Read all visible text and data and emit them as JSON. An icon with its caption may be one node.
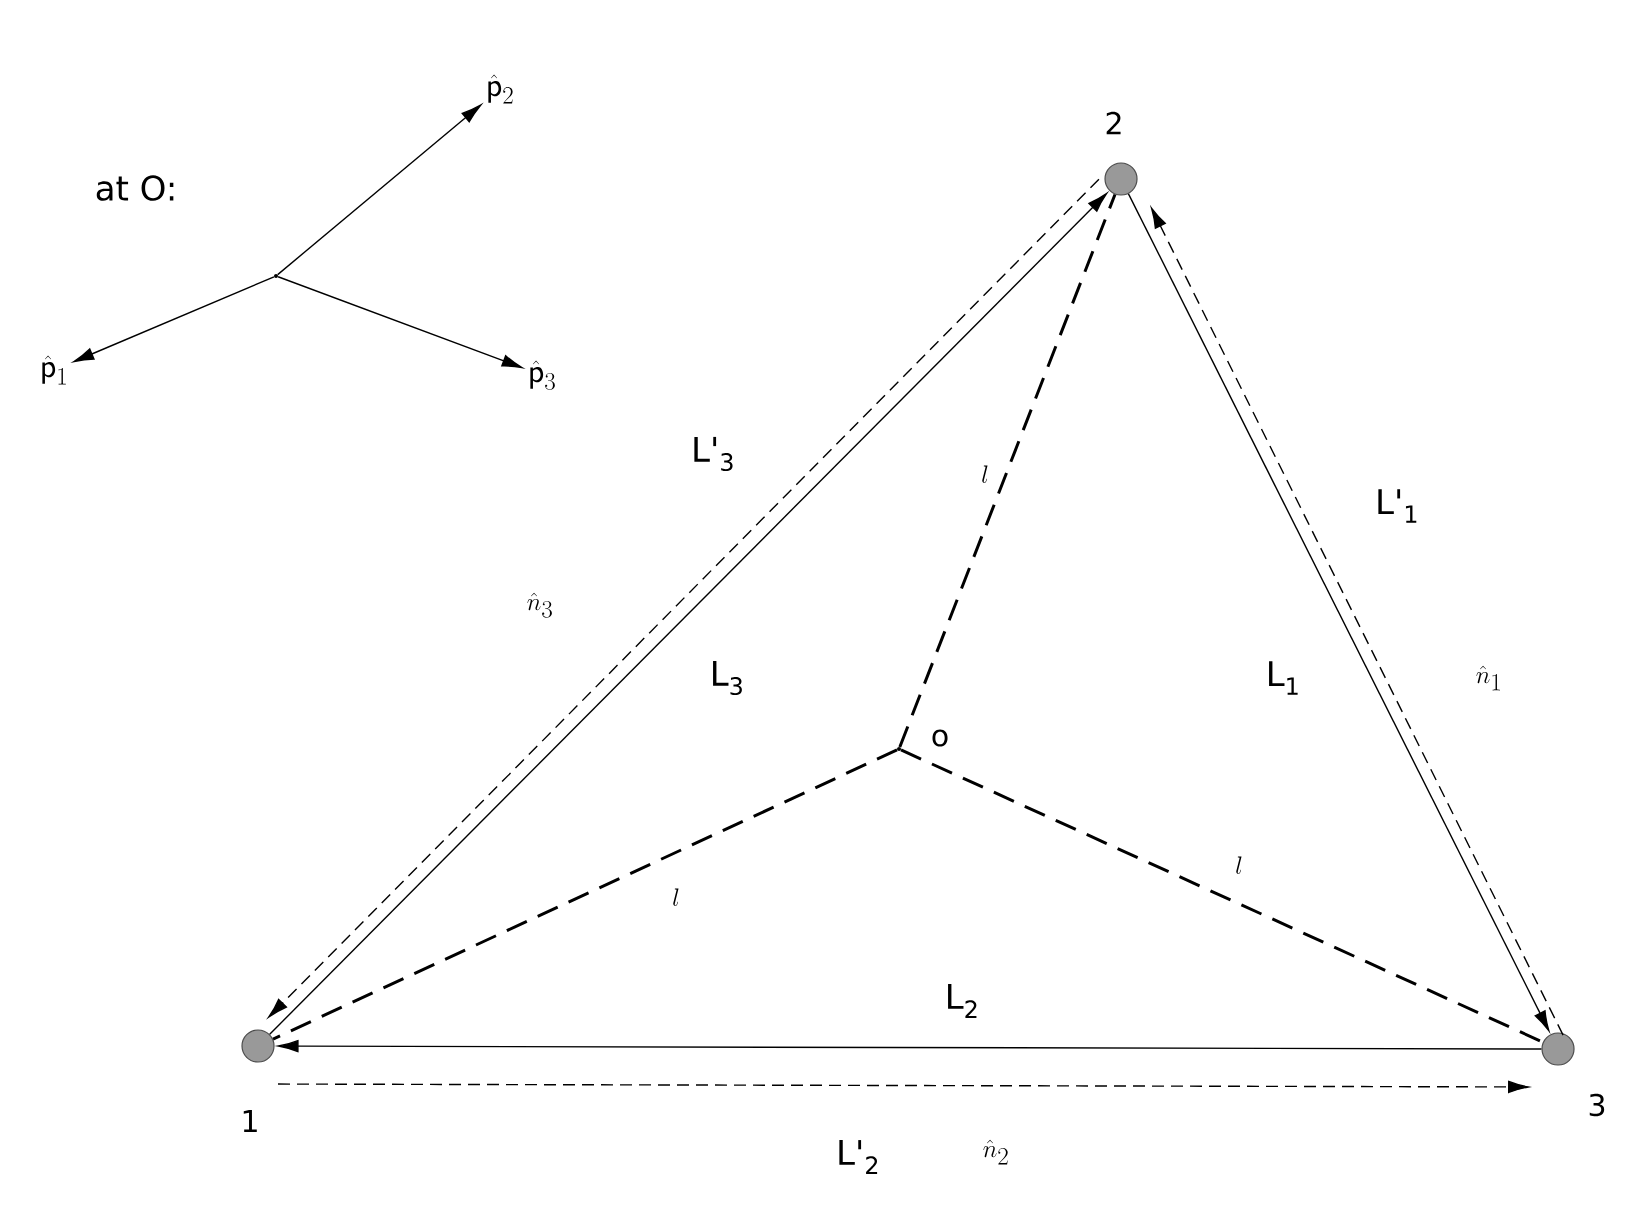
{
  "diagram": {
    "nodes": [
      {
        "text": [],
        "shape": "circle",
        "beside": [
          "1"
        ]
      },
      {
        "text": [],
        "shape": "circle",
        "beside": [
          "2"
        ]
      },
      {
        "text": [],
        "shape": "circle",
        "beside": [
          "3"
        ]
      },
      {
        "text": [],
        "shape": "point",
        "beside": [
          "o"
        ]
      },
      {
        "text": [],
        "shape": "point"
      },
      {
        "text": [
          "\\hat{\\mathsf{p}}_1"
        ]
      },
      {
        "text": [
          "\\hat{\\mathsf{p}}_2"
        ]
      },
      {
        "text": [
          "\\hat{\\mathsf{p}}_3"
        ]
      }
    ],
    "edges": [
      {
        "from": 1,
        "to": 2,
        "arrow": "to",
        "label": "L$_{1}$"
      },
      {
        "from": 2,
        "to": 0,
        "arrow": "to",
        "label": "L$_{2}$"
      },
      {
        "from": 0,
        "to": 1,
        "arrow": "to",
        "label": "L$_{3}$"
      },
      {
        "from": 2,
        "to": 1,
        "arrow": "to",
        "style": "dashed",
        "label": "L'$_{1}$"
      },
      {
        "from": 0,
        "to": 2,
        "arrow": "to",
        "style": "dashed",
        "label": "L'$_{2}$"
      },
      {
        "from": 1,
        "to": 0,
        "arrow": "to",
        "style": "dashed",
        "label": "L'$_{3}$"
      },
      {
        "from": 3,
        "to": 1,
        "arrow": "none",
        "style": "dashed",
        "label": "l"
      },
      {
        "from": 3,
        "to": 0,
        "arrow": "none",
        "style": "dashed",
        "label": "l"
      },
      {
        "from": 3,
        "to": 2,
        "arrow": "none",
        "style": "dashed",
        "label": "l"
      },
      {
        "from": 4,
        "to": 5,
        "arrow": "to"
      },
      {
        "from": 4,
        "to": 6,
        "arrow": "to"
      },
      {
        "from": 4,
        "to": 7,
        "arrow": "to"
      }
    ],
    "labels": [
      "at O:",
      "\\hat{n}_1",
      "\\hat{n}_2",
      "\\hat{n}_3"
    ]
  }
}
